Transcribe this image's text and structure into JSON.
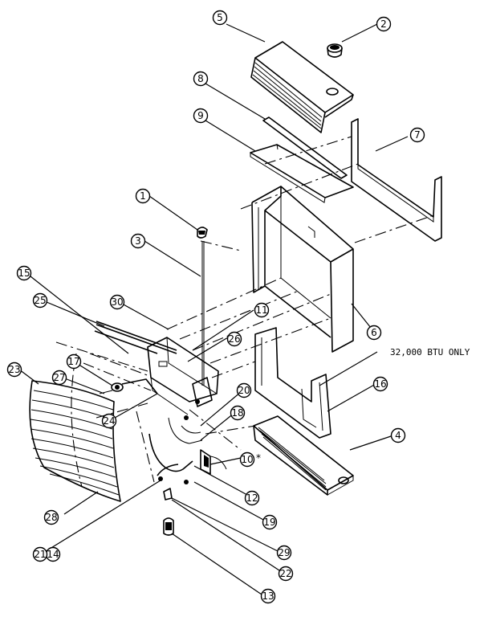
{
  "diagram": {
    "note": "32,000 BTU ONLY",
    "callouts": [
      {
        "id": "c1",
        "label": "1"
      },
      {
        "id": "c2",
        "label": "2"
      },
      {
        "id": "c3",
        "label": "3"
      },
      {
        "id": "c4",
        "label": "4"
      },
      {
        "id": "c5",
        "label": "5"
      },
      {
        "id": "c6",
        "label": "6"
      },
      {
        "id": "c7",
        "label": "7"
      },
      {
        "id": "c8",
        "label": "8"
      },
      {
        "id": "c9",
        "label": "9"
      },
      {
        "id": "c10",
        "label": "10",
        "suffix": "*"
      },
      {
        "id": "c11",
        "label": "11"
      },
      {
        "id": "c12",
        "label": "12"
      },
      {
        "id": "c13",
        "label": "13"
      },
      {
        "id": "c14",
        "label": "14"
      },
      {
        "id": "c15",
        "label": "15"
      },
      {
        "id": "c16",
        "label": "16"
      },
      {
        "id": "c17",
        "label": "17"
      },
      {
        "id": "c18",
        "label": "18"
      },
      {
        "id": "c19",
        "label": "19"
      },
      {
        "id": "c20",
        "label": "20"
      },
      {
        "id": "c21",
        "label": "21"
      },
      {
        "id": "c22",
        "label": "22"
      },
      {
        "id": "c23",
        "label": "23"
      },
      {
        "id": "c24",
        "label": "24"
      },
      {
        "id": "c25",
        "label": "25"
      },
      {
        "id": "c26",
        "label": "26"
      },
      {
        "id": "c27",
        "label": "27"
      },
      {
        "id": "c28",
        "label": "28"
      },
      {
        "id": "c29",
        "label": "29"
      },
      {
        "id": "c30",
        "label": "30"
      }
    ]
  }
}
